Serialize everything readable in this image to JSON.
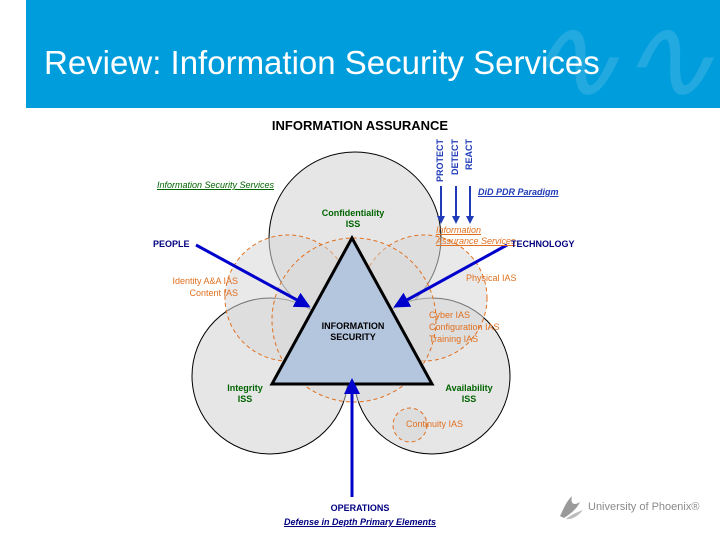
{
  "header": {
    "title": "Review: Information Security Services"
  },
  "diagram": {
    "title": "INFORMATION ASSURANCE",
    "iss_label": "Information Security Services",
    "ias_label": "Information Assurance Services",
    "did_label": "DiD PDR Paradigm",
    "pdr": [
      "PROTECT",
      "DETECT",
      "REACT"
    ],
    "people": "PEOPLE",
    "technology": "TECHNOLOGY",
    "operations": "OPERATIONS",
    "did_primary": "Defense in Depth Primary Elements",
    "confidentiality": [
      "Confidentiality",
      "ISS"
    ],
    "integrity": [
      "Integrity",
      "ISS"
    ],
    "availability": [
      "Availability",
      "ISS"
    ],
    "core": [
      "INFORMATION",
      "SECURITY"
    ],
    "left_ias": [
      "Identity A&A IAS",
      "Content IAS"
    ],
    "physical_ias": "Physical IAS",
    "right_ias": [
      "Cyber IAS",
      "Configuration IAS",
      "Training IAS"
    ],
    "continuity_ias": "Continuity IAS"
  },
  "logo": {
    "text": "University of Phoenix®"
  },
  "colors": {
    "header": "#009ddc",
    "iss_green": "#006400",
    "ias_orange": "#e07020",
    "arrow_blue": "#1f3bb8"
  }
}
